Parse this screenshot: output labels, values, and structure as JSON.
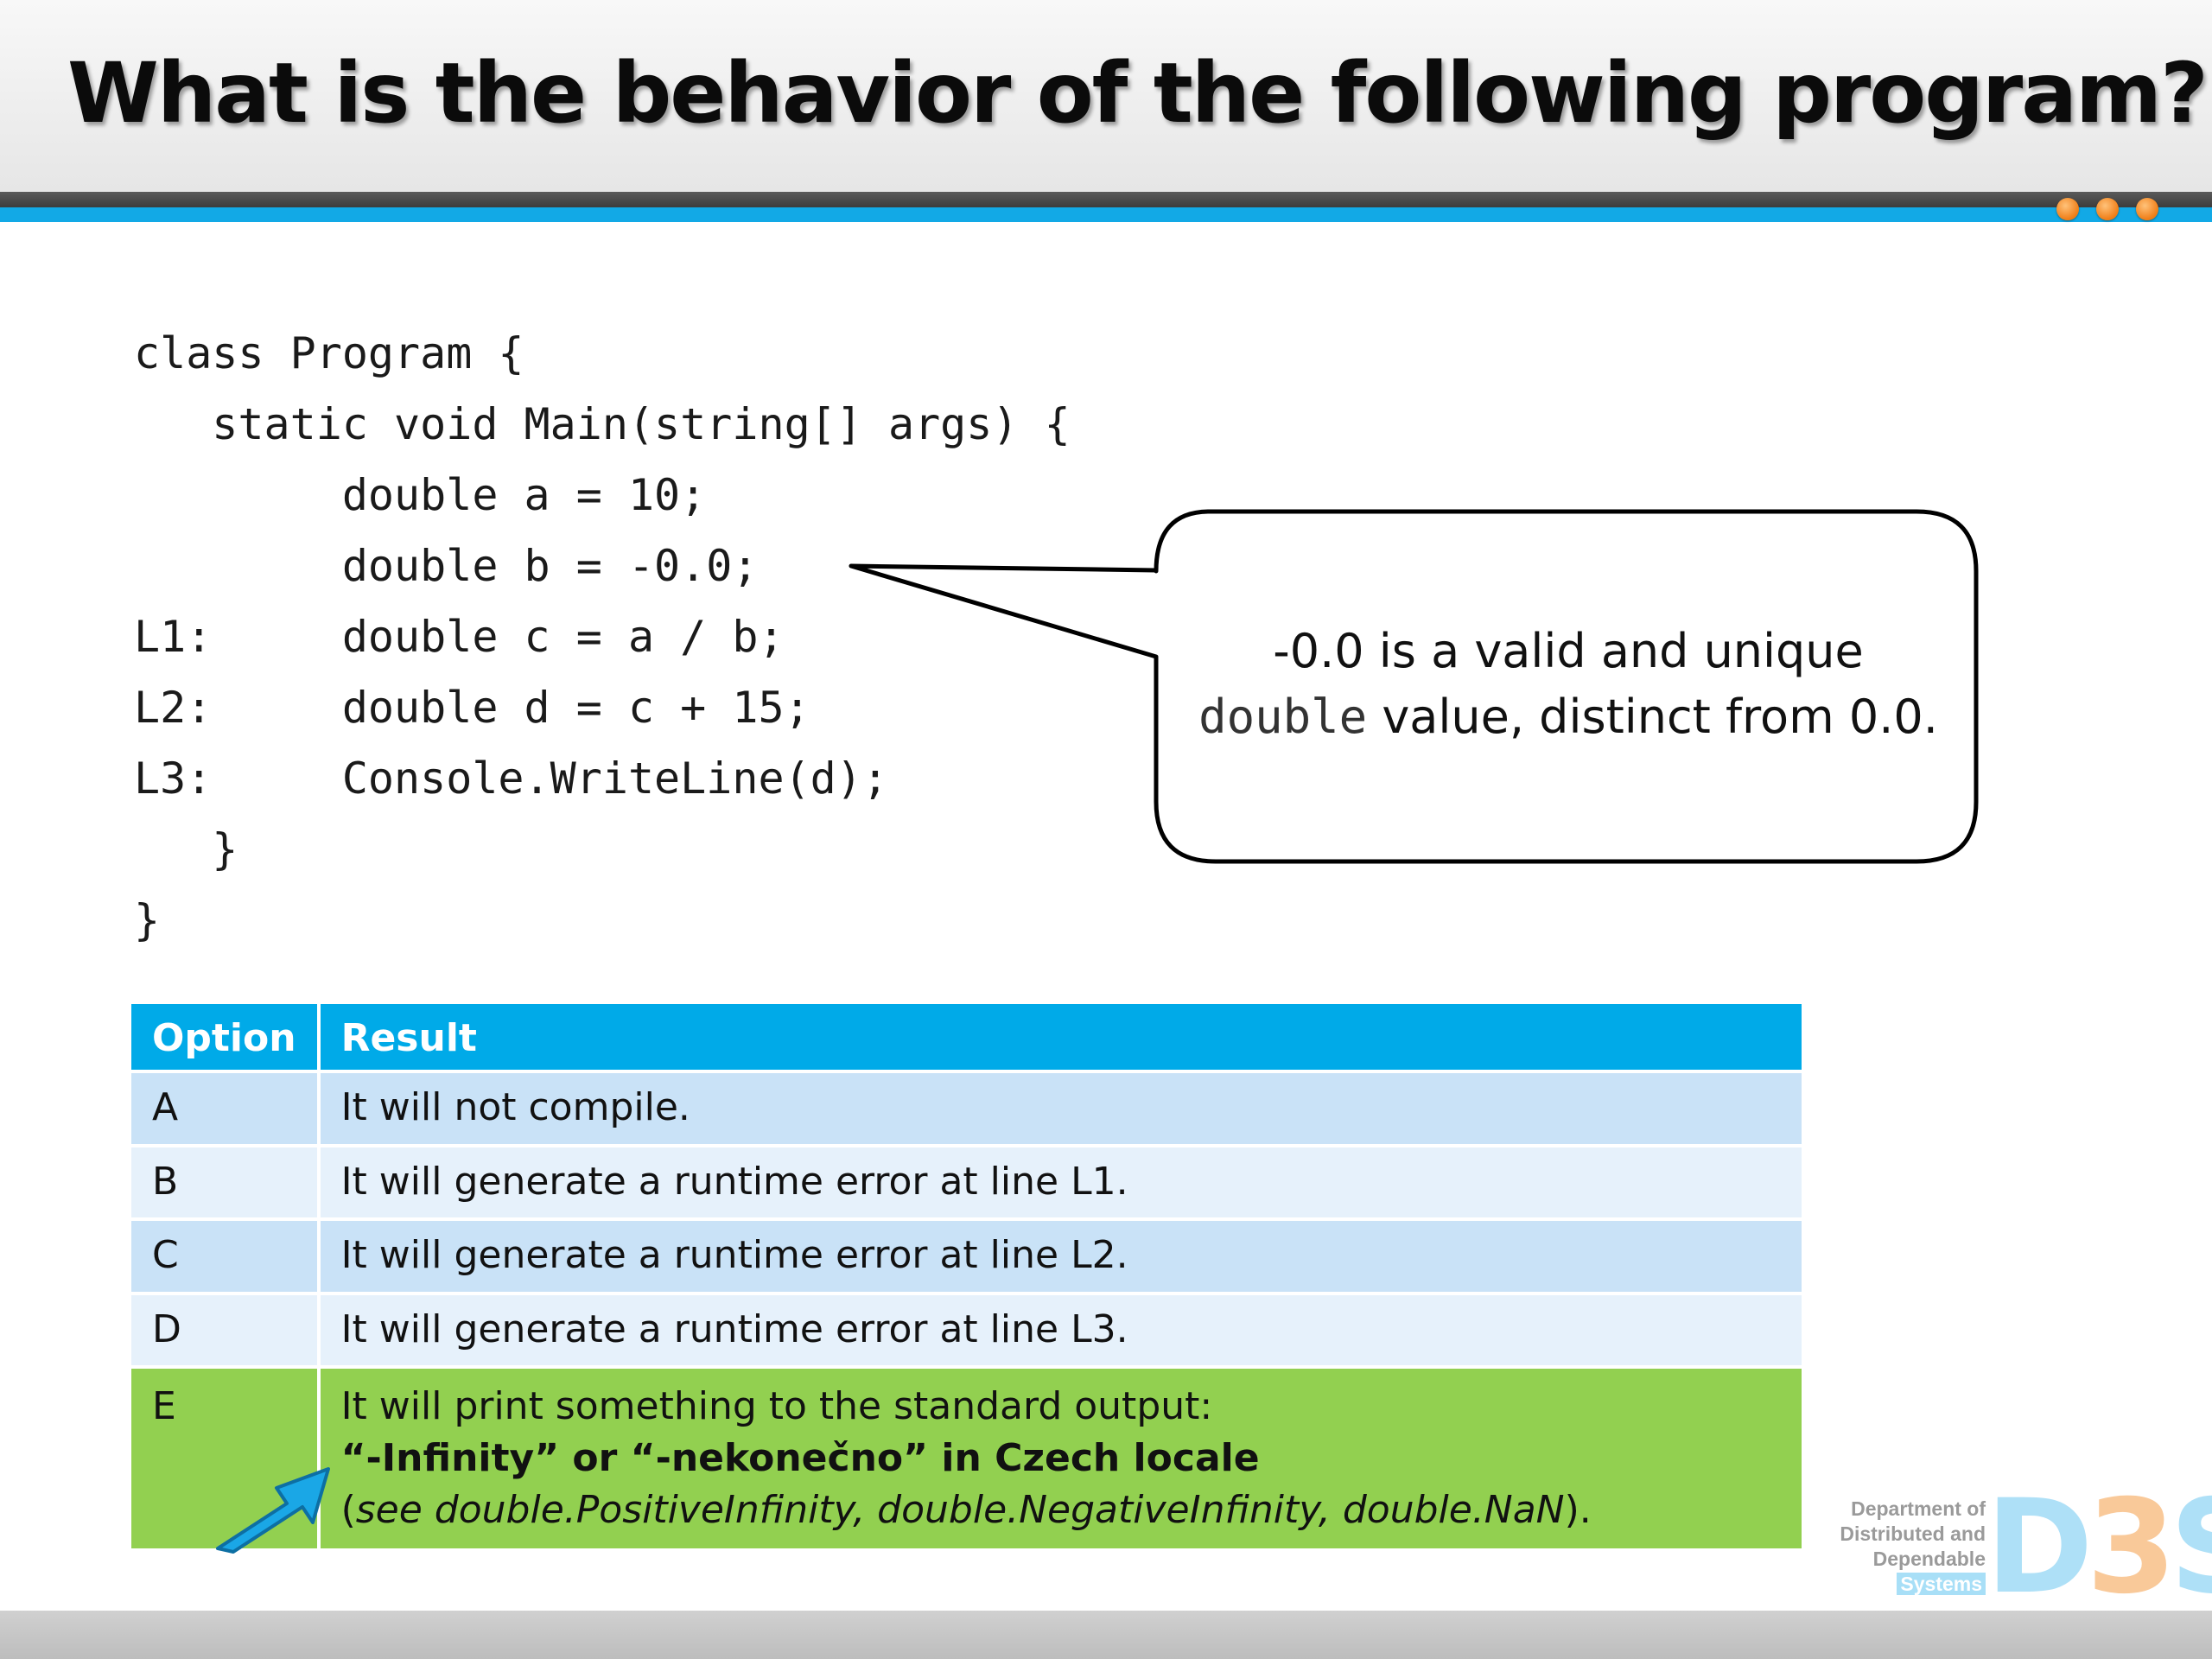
{
  "slide": {
    "title": "What is the behavior of the following program?"
  },
  "code": {
    "lines": [
      "class Program {",
      "   static void Main(string[] args) {",
      "        double a = 10;",
      "        double b = -0.0;",
      "L1:     double c = a / b;",
      "L2:     double d = c + 15;",
      "L3:     Console.WriteLine(d);",
      "   }",
      "}"
    ]
  },
  "callout": {
    "line1": "-0.0 is a valid and unique",
    "mono_word": "double",
    "line2_rest": " value, distinct from 0.0."
  },
  "table": {
    "headers": [
      "Option",
      "Result"
    ],
    "rows": [
      {
        "option": "A",
        "result": "It will not compile."
      },
      {
        "option": "B",
        "result": "It will generate a runtime error at line L1."
      },
      {
        "option": "C",
        "result": "It will generate a runtime error at line L2."
      },
      {
        "option": "D",
        "result": "It will generate a runtime error at line L3."
      }
    ],
    "answer": {
      "option": "E",
      "line1": "It will print something to the standard output:",
      "line2": "“-Infinity” or “-nekonečno” in Czech locale",
      "line3_open": "(",
      "line3_italic": "see double.PositiveInfinity, double.NegativeInfinity, double.NaN",
      "line3_close": ")."
    }
  },
  "logo": {
    "lines": [
      "Department of",
      "Distributed and",
      "Dependable"
    ],
    "highlight": "Systems",
    "mark_left": "D",
    "mark_mid": "3",
    "mark_right": "S"
  },
  "colors": {
    "accent_blue": "#12a9e6",
    "header_blue": "#00aae8",
    "answer_green": "#92d050",
    "dot_orange": "#f07d15"
  }
}
